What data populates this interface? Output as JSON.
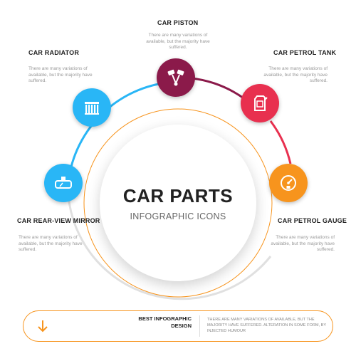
{
  "center": {
    "title": "CAR PARTS",
    "subtitle": "INFOGRAPHIC ICONS"
  },
  "items": [
    {
      "title": "CAR REAR-VIEW MIRROR",
      "description": "There are many variations of available, but the majority have suffered.",
      "icon": "rear-view-mirror-icon",
      "color": "#29b6f6"
    },
    {
      "title": "CAR RADIATOR",
      "description": "There are many variations of available, but the majority have suffered.",
      "icon": "radiator-icon",
      "color": "#29b6f6"
    },
    {
      "title": "CAR PISTON",
      "description": "There are many variations of available, but the majority have suffered.",
      "icon": "piston-icon",
      "color": "#8b1a4a"
    },
    {
      "title": "CAR PETROL TANK",
      "description": "There are many variations of available, but the majority have suffered.",
      "icon": "petrol-tank-icon",
      "color": "#e8304f"
    },
    {
      "title": "CAR PETROL GAUGE",
      "description": "There are many variations of available, but the majority have suffered.",
      "icon": "fuel-gauge-icon",
      "color": "#f7941d"
    }
  ],
  "footer": {
    "title": "BEST INFOGRAPHIC DESIGN",
    "description": "THERE ARE MANY VARIATIONS OF AVAILABLE, BUT THE MAJORITY HAVE SUFFERED. ALTERATION IN SOME FORM, BY INJECTED HUMOUR",
    "icon": "arrow-down-icon",
    "color": "#f7941d"
  },
  "colors": {
    "blue": "#29b6f6",
    "maroon": "#8b1a4a",
    "red": "#e8304f",
    "orange": "#f7941d",
    "gray": "#d9d9d9"
  }
}
